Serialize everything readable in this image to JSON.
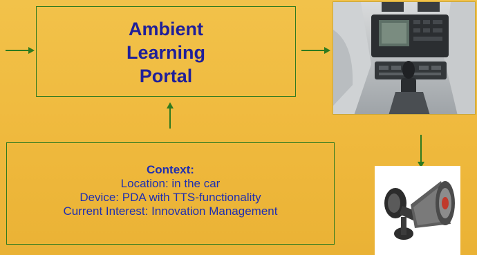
{
  "portal": {
    "title": "Ambient\nLearning\nPortal"
  },
  "context": {
    "heading": "Context:",
    "location": "Location: in the car",
    "device": "Device: PDA with TTS-functionality",
    "interest": "Current Interest: Innovation Management"
  },
  "images": {
    "car": "car-dashboard-photo",
    "speaker": "loudspeaker-photo"
  },
  "colors": {
    "background": "#efb93d",
    "arrow": "#2f7a1f",
    "title_text": "#1f1f9a",
    "context_text": "#1f2fb0"
  }
}
